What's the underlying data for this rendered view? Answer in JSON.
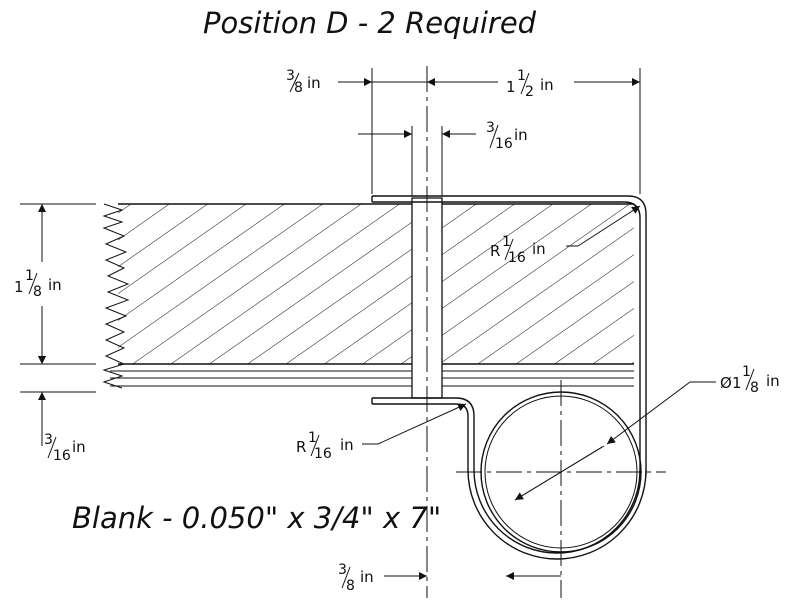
{
  "title": "Position D - 2 Required",
  "blank_note": "Blank - 0.050\" x 3/4\" x 7\"",
  "dimensions": {
    "top_left_width": {
      "num": "3",
      "den": "8",
      "unit": "in"
    },
    "top_right_width": {
      "whole": "1",
      "num": "1",
      "den": "2",
      "unit": "in"
    },
    "slot_width": {
      "num": "3",
      "den": "16",
      "unit": "in"
    },
    "thickness": {
      "whole": "1",
      "num": "1",
      "den": "8",
      "unit": "in"
    },
    "bottom_plate": {
      "num": "3",
      "den": "16",
      "unit": "in"
    },
    "corner_radius": {
      "prefix": "R",
      "num": "1",
      "den": "16",
      "unit": "in"
    },
    "inner_radius": {
      "prefix": "R",
      "num": "1",
      "den": "16",
      "unit": "in"
    },
    "diameter": {
      "prefix": "Ø",
      "whole": "1",
      "num": "1",
      "den": "8",
      "unit": "in"
    },
    "bottom_offset": {
      "num": "3",
      "den": "8",
      "unit": "in"
    }
  }
}
